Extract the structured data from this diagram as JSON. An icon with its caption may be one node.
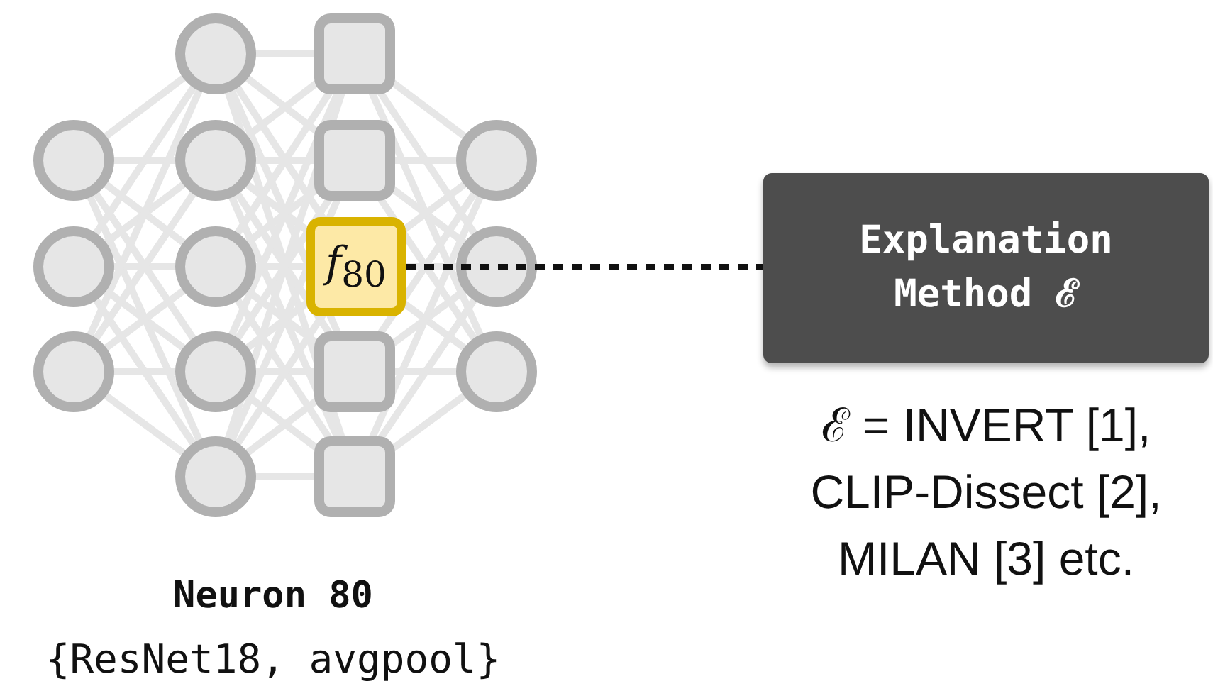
{
  "diagram": {
    "nodes": [
      {
        "text": [
          "*f*$_{80}$"
        ]
      },
      {
        "text": [
          "Explanation Method ℰ"
        ],
        "beside": [
          "ℰ = INVERT [1], CLIP-Dissect [2], MILAN [3] etc."
        ]
      }
    ],
    "edges": [
      {
        "from": 0,
        "to": 1,
        "arrow": "none",
        "style": "dashed"
      }
    ],
    "labels": [
      "Neuron 80",
      "{ResNet18, avgpool}"
    ]
  }
}
